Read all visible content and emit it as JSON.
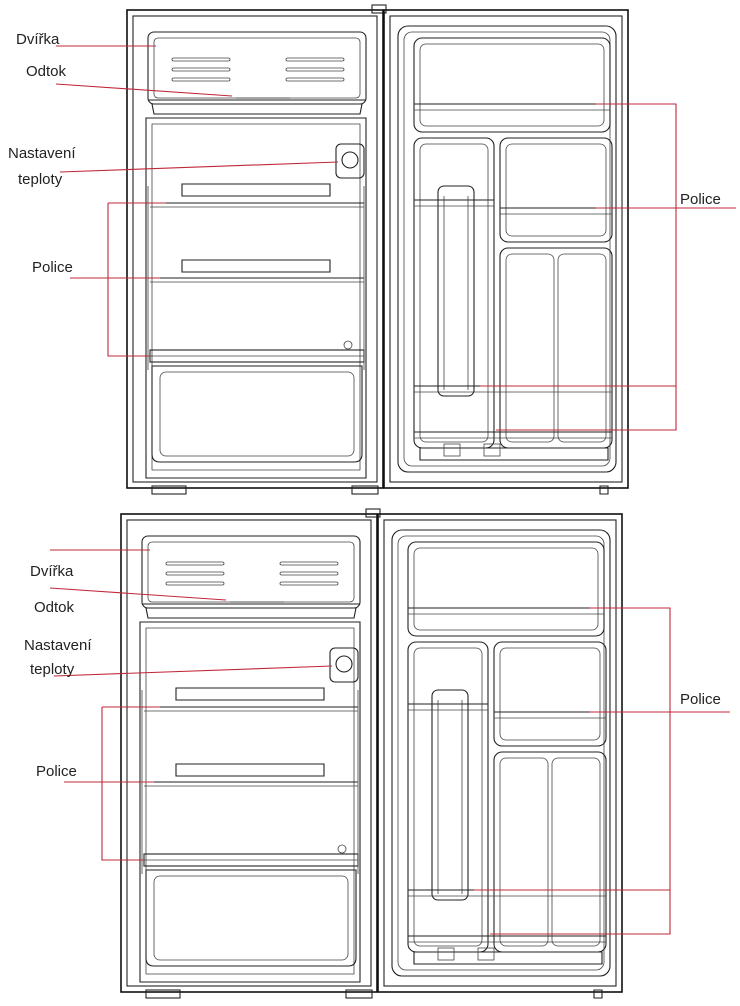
{
  "colors": {
    "leader": "#c0283a",
    "stroke": "#111111",
    "text": "#222222",
    "background": "#ffffff"
  },
  "figures": [
    {
      "labels": {
        "dvirka": "Dvířka",
        "odtok": "Odtok",
        "nastaveni_1": "Nastavení",
        "nastaveni_2": "teploty",
        "police_left": "Police",
        "police_right": "Police"
      }
    },
    {
      "labels": {
        "dvirka": "Dvířka",
        "odtok": "Odtok",
        "nastaveni_1": "Nastavení",
        "nastaveni_2": "teploty",
        "police_left": "Police",
        "police_right": "Police"
      }
    }
  ]
}
